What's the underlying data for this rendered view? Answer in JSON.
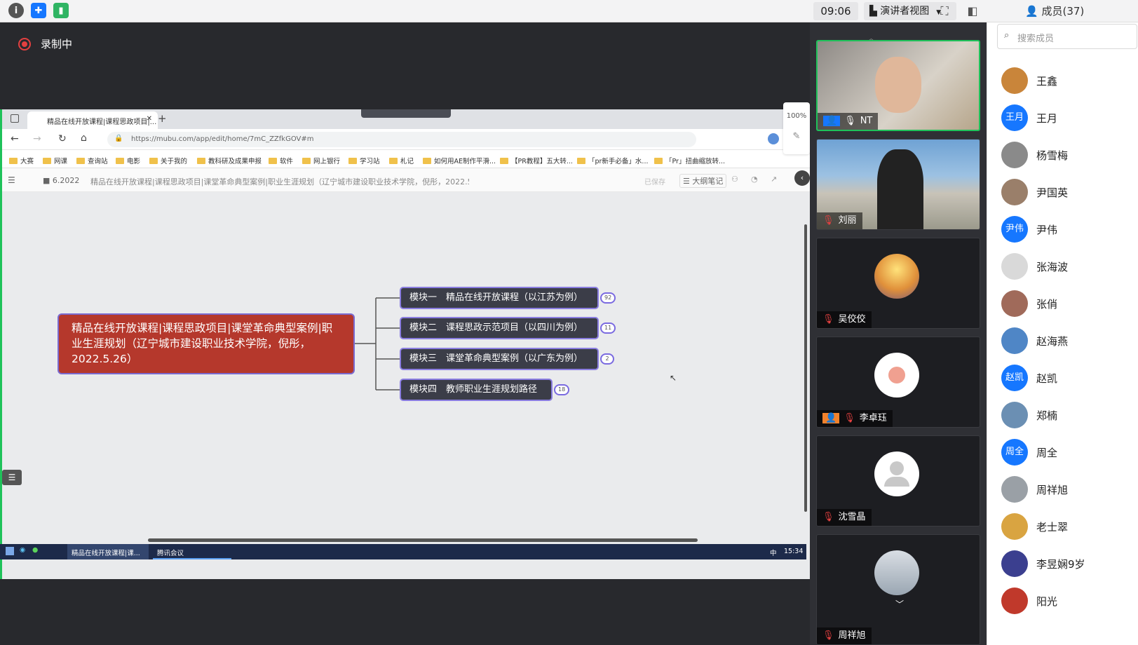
{
  "topbar": {
    "clock": "09:06",
    "view_label": "演讲者视图",
    "members_label": "成员(37)"
  },
  "stage": {
    "recording_label": "录制中"
  },
  "browser": {
    "tab_title": "精品在线开放课程|课程思政项目|...",
    "url": "https://mubu.com/app/edit/home/7mC_ZZfkGOV#m",
    "bookmarks": [
      "大赛",
      "网课",
      "查询站",
      "电影",
      "关于我的",
      "教科研及成果申报",
      "软件",
      "网上银行",
      "学习站",
      "札记",
      "如何用AE制作平滑...",
      "【PR教程】五大转...",
      "「pr新手必备」水...",
      "「Pr」扭曲缩放转..."
    ],
    "breadcrumb_folder": "6.2022",
    "breadcrumb_doc": "精品在线开放课程|课程思政项目|课堂革命典型案例|职业生涯规划（辽宁城市建设职业技术学院，倪彤，2022.5.26）",
    "saved_label": "已保存",
    "outline_label": "大纲笔记"
  },
  "mindmap": {
    "zoom": "100%",
    "root": "精品在线开放课程|课程思政项目|课堂革命典型案例|职业生涯规划（辽宁城市建设职业技术学院，倪彤，2022.5.26）",
    "modules": [
      {
        "label": "模块一　精品在线开放课程（以江苏为例）",
        "count": "92"
      },
      {
        "label": "模块二　课程思政示范项目（以四川为例）",
        "count": "11"
      },
      {
        "label": "模块三　课堂革命典型案例（以广东为例）",
        "count": "2"
      },
      {
        "label": "模块四　教师职业生涯规划路径",
        "count": "18"
      }
    ]
  },
  "taskbar": {
    "item1": "精品在线开放课程|课...",
    "item2": "腾讯会议",
    "time": "15:34",
    "ime": "中"
  },
  "videos": [
    {
      "name": "NT"
    },
    {
      "name": "刘丽"
    },
    {
      "name": "吴佼佼"
    },
    {
      "name": "李卓珏"
    },
    {
      "name": "沈雪晶"
    },
    {
      "name": "周祥旭"
    }
  ],
  "members": {
    "search_placeholder": "搜索成员",
    "list": [
      {
        "name": "王鑫",
        "avatar_text": "",
        "color": "#c9853a"
      },
      {
        "name": "王月",
        "avatar_text": "王月",
        "color": "#1677ff"
      },
      {
        "name": "杨雪梅",
        "avatar_text": "",
        "color": "#8a8a8a"
      },
      {
        "name": "尹国英",
        "avatar_text": "",
        "color": "#9a7f6a"
      },
      {
        "name": "尹伟",
        "avatar_text": "尹伟",
        "color": "#1677ff"
      },
      {
        "name": "张海波",
        "avatar_text": "",
        "color": "#d9d9d9"
      },
      {
        "name": "张俏",
        "avatar_text": "",
        "color": "#a06a5a"
      },
      {
        "name": "赵海燕",
        "avatar_text": "",
        "color": "#4f86c6"
      },
      {
        "name": "赵凯",
        "avatar_text": "赵凯",
        "color": "#1677ff"
      },
      {
        "name": "郑楠",
        "avatar_text": "",
        "color": "#6b8fb3"
      },
      {
        "name": "周全",
        "avatar_text": "周全",
        "color": "#1677ff"
      },
      {
        "name": "周祥旭",
        "avatar_text": "",
        "color": "#9aa0a6"
      },
      {
        "name": "老士翠",
        "avatar_text": "",
        "color": "#d9a441"
      },
      {
        "name": "李昱娴9岁",
        "avatar_text": "",
        "color": "#3b3f8f"
      },
      {
        "name": "阳光",
        "avatar_text": "",
        "color": "#c0392b"
      }
    ]
  }
}
